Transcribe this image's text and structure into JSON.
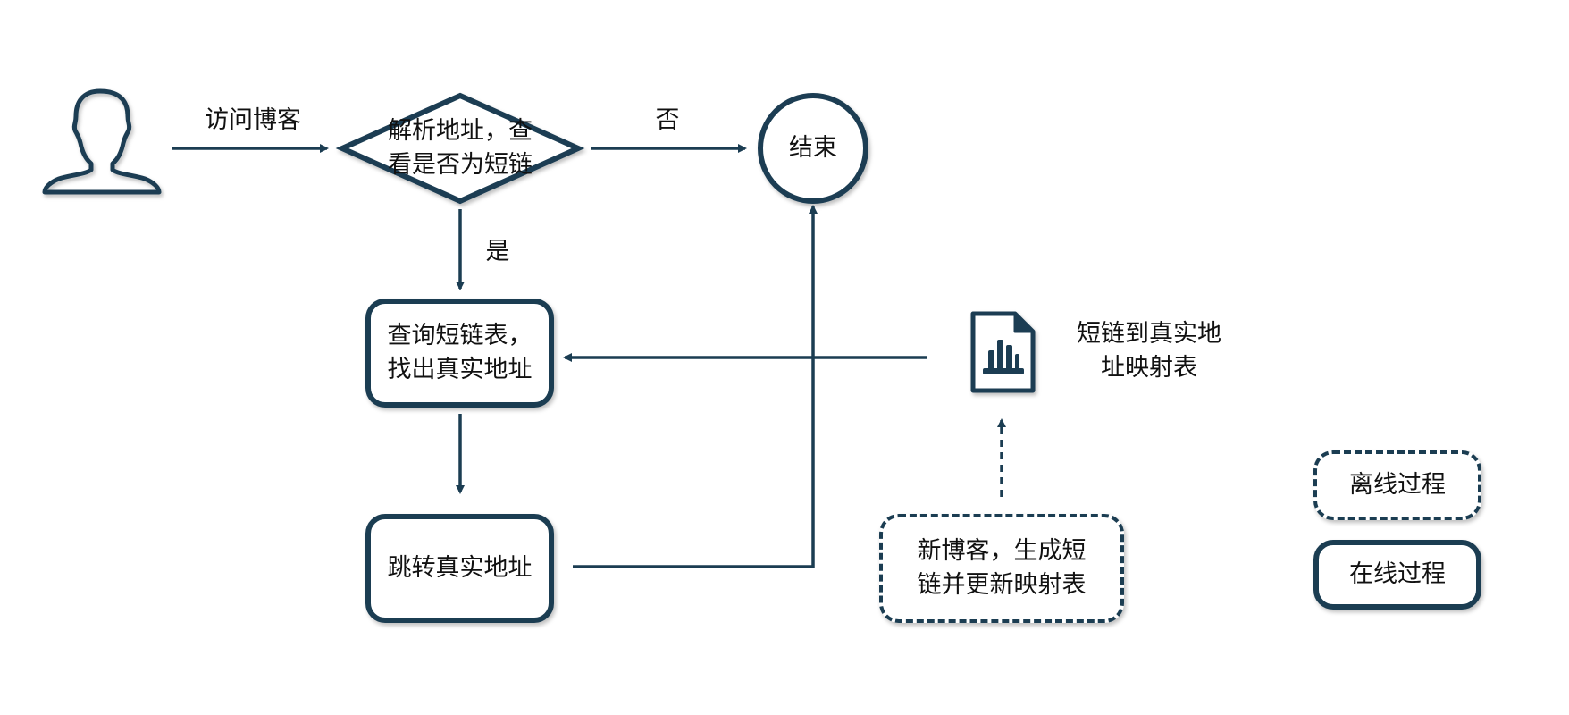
{
  "edges": {
    "visit": "访问博客",
    "no": "否",
    "yes": "是"
  },
  "nodes": {
    "decision": {
      "line1": "解析地址，查",
      "line2": "看是否为短链"
    },
    "end": "结束",
    "query": {
      "line1": "查询短链表，",
      "line2": "找出真实地址"
    },
    "redirect": "跳转真实地址",
    "mapping_table": {
      "line1": "短链到真实地",
      "line2": "址映射表"
    },
    "new_blog": {
      "line1": "新博客，生成短",
      "line2": "链并更新映射表"
    }
  },
  "legend": {
    "offline": "离线过程",
    "online": "在线过程"
  },
  "colors": {
    "stroke": "#1b3d52"
  },
  "icons": {
    "user": "user-silhouette-icon",
    "document": "document-chart-icon"
  }
}
